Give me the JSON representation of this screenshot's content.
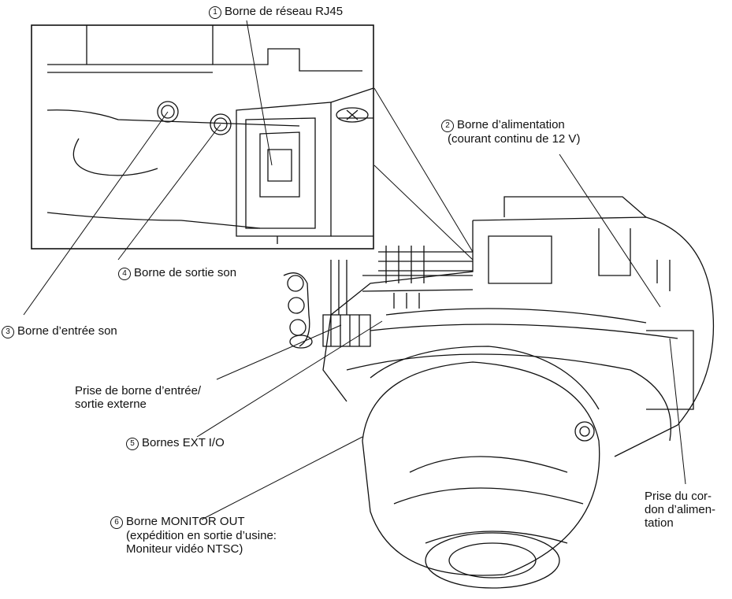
{
  "callouts": {
    "rj45": {
      "number": "1",
      "text": "Borne de réseau RJ45"
    },
    "power": {
      "number": "2",
      "line1": "Borne d’alimentation",
      "line2": "(courant continu de 12 V)"
    },
    "audio_in": {
      "number": "3",
      "text": "Borne d’entrée son"
    },
    "audio_out": {
      "number": "4",
      "text": "Borne de sortie son"
    },
    "ext_io": {
      "number": "5",
      "text": "Bornes EXT I/O"
    },
    "monitor_out": {
      "number": "6",
      "line1": "Borne MONITOR OUT",
      "line2": "(expédition en sortie d’usine:",
      "line3": "Moniteur vidéo NTSC)"
    },
    "ext_socket": {
      "line1": "Prise de borne d’entrée/",
      "line2": "sortie externe"
    },
    "power_cord": {
      "line1": "Prise du cor-",
      "line2": "don d’alimen-",
      "line3": "tation"
    }
  }
}
